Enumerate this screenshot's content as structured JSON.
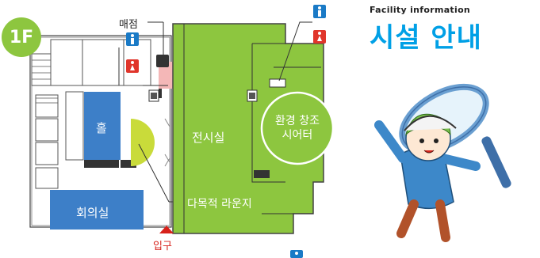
{
  "floor": "1F",
  "title": {
    "english": "Facility information",
    "korean": "시설 안내"
  },
  "rooms": {
    "hall": "홀",
    "meeting_room": "회의실",
    "exhibition": "전시실",
    "theater": "환경 창조\n시어터",
    "lounge": "다목적 라운지",
    "store": "매점",
    "entrance": "입구"
  },
  "icons": [
    "restroom-male-icon",
    "restroom-female-icon",
    "elevator-icon",
    "entrance-arrow-icon",
    "mascot-illustration"
  ],
  "colors": {
    "floor_badge": "#8dc63f",
    "title": "#00a0e6",
    "green_area": "#8dc63f",
    "blue_room": "#3d7fc8",
    "male": "#1a7ac6",
    "female": "#e0352b",
    "entrance": "#d7221b"
  }
}
